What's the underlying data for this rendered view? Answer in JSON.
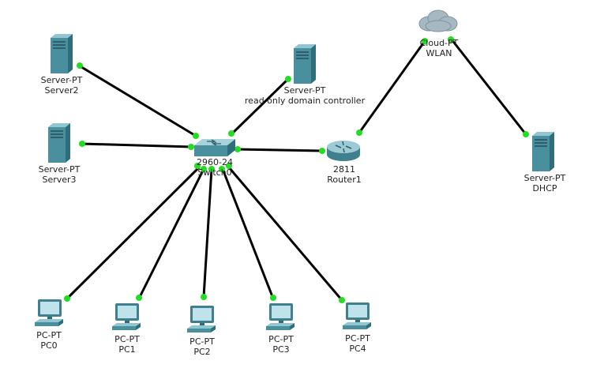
{
  "devices": {
    "server2": {
      "model": "Server-PT",
      "name": "Server2"
    },
    "rodc": {
      "model": "Server-PT",
      "name": "read only domain controller"
    },
    "server3": {
      "model": "Server-PT",
      "name": "Server3"
    },
    "switch0": {
      "model": "2960-24",
      "name": "Switch0"
    },
    "router1": {
      "model": "2811",
      "name": "Router1"
    },
    "cloud": {
      "model": "Cloud-PT",
      "name": "WLAN"
    },
    "dhcp": {
      "model": "Server-PT",
      "name": "DHCP"
    },
    "pc0": {
      "model": "PC-PT",
      "name": "PC0"
    },
    "pc1": {
      "model": "PC-PT",
      "name": "PC1"
    },
    "pc2": {
      "model": "PC-PT",
      "name": "PC2"
    },
    "pc3": {
      "model": "PC-PT",
      "name": "PC3"
    },
    "pc4": {
      "model": "PC-PT",
      "name": "PC4"
    }
  },
  "links": [
    {
      "from": "switch0",
      "to": "server2"
    },
    {
      "from": "switch0",
      "to": "rodc"
    },
    {
      "from": "switch0",
      "to": "server3"
    },
    {
      "from": "switch0",
      "to": "router1"
    },
    {
      "from": "router1",
      "to": "cloud"
    },
    {
      "from": "cloud",
      "to": "dhcp"
    },
    {
      "from": "switch0",
      "to": "pc0"
    },
    {
      "from": "switch0",
      "to": "pc1"
    },
    {
      "from": "switch0",
      "to": "pc2"
    },
    {
      "from": "switch0",
      "to": "pc3"
    },
    {
      "from": "switch0",
      "to": "pc4"
    }
  ],
  "colors": {
    "link": "#000000",
    "link_status_up": "#22dd22",
    "device_body": "#4a8f9e"
  },
  "icons": {
    "server": "server-tower-icon",
    "switch": "switch-icon",
    "router": "router-icon",
    "cloud": "cloud-icon",
    "pc": "pc-icon"
  }
}
